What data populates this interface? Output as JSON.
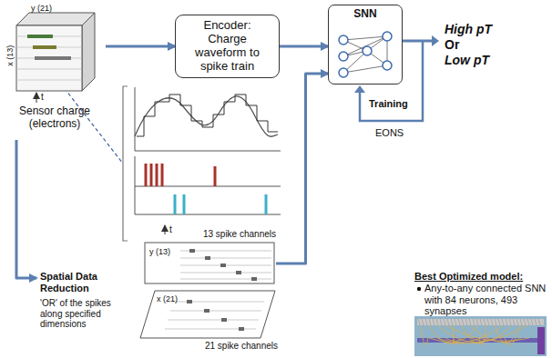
{
  "diagram": {
    "nodes": [
      {
        "text": [
          "y (21)",
          "x (13)",
          "Sensor charge (electrons)"
        ]
      },
      {
        "text": [
          "Encoder:",
          "Charge waveform to spike train"
        ]
      },
      {
        "text": [
          "SNN"
        ]
      },
      {
        "text": [
          "Spatial Data Reduction",
          "'OR' of the spikes along specified dimensions"
        ]
      },
      {
        "text": [
          "13 spike channels",
          "y (13)"
        ]
      },
      {
        "text": [
          "21 spike channels",
          "x (21)"
        ]
      }
    ],
    "edges": [
      {
        "from": 0,
        "to": 1,
        "arrow": "to"
      },
      {
        "from": 1,
        "to": 2,
        "arrow": "to"
      },
      {
        "from": 0,
        "to": 3,
        "arrow": "to"
      },
      {
        "from": 4,
        "to": 2,
        "arrow": "to"
      }
    ],
    "labels": [
      "t",
      "t",
      "High pT",
      "Or",
      "Low pT",
      "Training",
      "EONS",
      "Best Optimized model:",
      "Any-to-any connected SNN with 84 neurons, 493 synapses"
    ]
  }
}
